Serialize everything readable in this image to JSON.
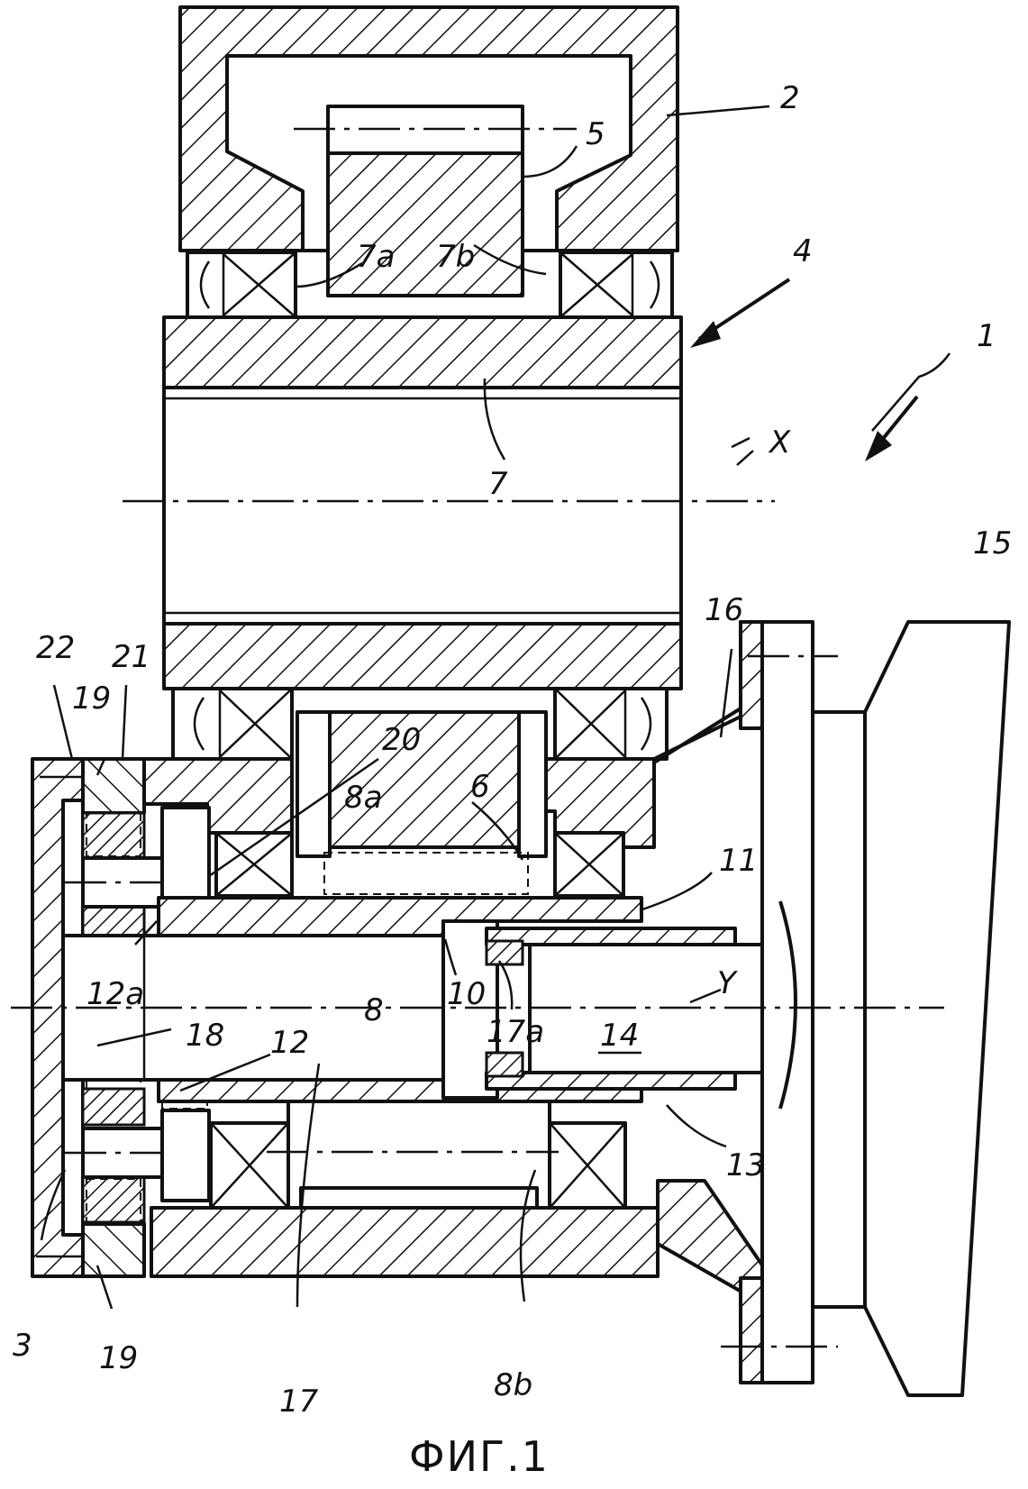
{
  "figure": {
    "caption": "ФИГ.1"
  },
  "references": {
    "r1": "1",
    "r2": "2",
    "r3": "3",
    "r4": "4",
    "r5": "5",
    "r6": "6",
    "r7": "7",
    "r7a": "7a",
    "r7b": "7b",
    "r8": "8",
    "r8a": "8a",
    "r8b": "8b",
    "r10": "10",
    "r11": "11",
    "r12": "12",
    "r12a": "12a",
    "r13": "13",
    "r14": "14",
    "r15": "15",
    "r16": "16",
    "r17": "17",
    "r17a": "17a",
    "r18": "18",
    "r19_top": "19",
    "r19_bottom": "19",
    "r20": "20",
    "r21": "21",
    "r22": "22",
    "rX": "X",
    "rY": "Y"
  }
}
